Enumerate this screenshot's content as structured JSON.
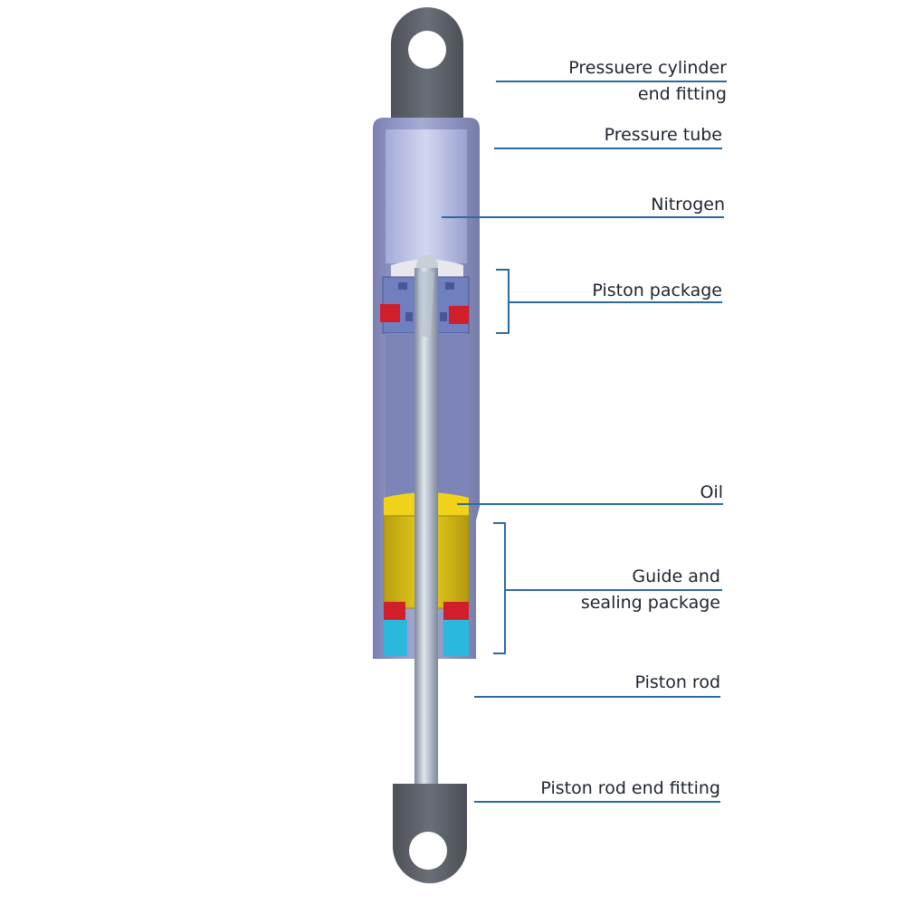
{
  "labels": {
    "end_fitting_top_line1": "Pressuere cylinder",
    "end_fitting_top_line2": "end fitting",
    "pressure_tube": "Pressure tube",
    "nitrogen": "Nitrogen",
    "piston_package": "Piston package",
    "oil": "Oil",
    "guide_sealing_line1": "Guide and",
    "guide_sealing_line2": "sealing package",
    "piston_rod": "Piston rod",
    "piston_rod_end_fitting": "Piston rod end fitting"
  },
  "colors": {
    "leader_line": "#2b6aa3",
    "fitting": "#5b5e66",
    "tube": "#8f95c2",
    "nitrogen": "#b7bee3",
    "piston": "#6f7fc0",
    "seal_red": "#d01f2a",
    "oil": "#e2c400",
    "guide_cyan": "#2ab8dc",
    "rod": "#a9b4c2"
  }
}
